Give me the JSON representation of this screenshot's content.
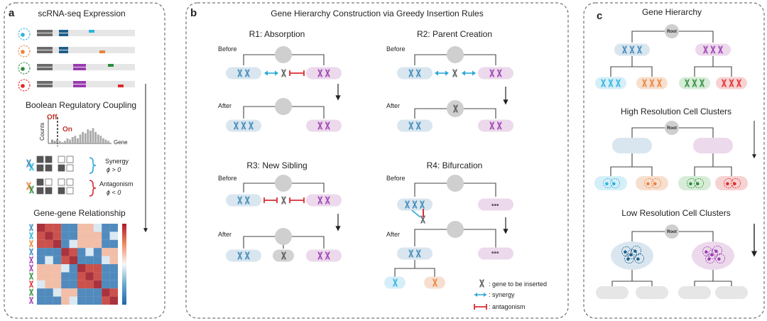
{
  "panels": {
    "a": {
      "letter": "a",
      "title_expression": "scRNA-seq Expression",
      "title_coupling": "Boolean Regulatory Coupling",
      "hist_off": "Off",
      "hist_on": "On",
      "hist_ylabel": "Counts",
      "hist_xlabel": "Gene",
      "synergy_label": "Synergy",
      "synergy_cond": "ϕ > 0",
      "antagonism_label": "Antagonism",
      "antagonism_cond": "ϕ < 0",
      "title_relationship": "Gene-gene Relationship"
    },
    "b": {
      "letter": "b",
      "title": "Gene Hierarchy Construction via Greedy Insertion Rules",
      "rules": {
        "r1": "R1: Absorption",
        "r2": "R2: Parent Creation",
        "r3": "R3: New Sibling",
        "r4": "R4: Bifurcation"
      },
      "before": "Before",
      "after": "After",
      "ellipsis": "•••",
      "legend": {
        "insert": ": gene to be inserted",
        "synergy": ": synergy",
        "antagonism": ": antagonism"
      }
    },
    "c": {
      "letter": "c",
      "title_hierarchy": "Gene Hierarchy",
      "title_high": "High Resolution Cell Clusters",
      "title_low": "Low Resolution Cell Clusters",
      "root": "Root"
    }
  },
  "colors": {
    "blue": "#3a86b8",
    "cyan": "#2bb3e0",
    "orange": "#e8823a",
    "green": "#2e8b3e",
    "purple": "#9b3bb0",
    "red": "#e0282a",
    "grey_gene": "#6b6b6b",
    "synergy": "#2ba8d8",
    "antagonism": "#d62d35"
  }
}
